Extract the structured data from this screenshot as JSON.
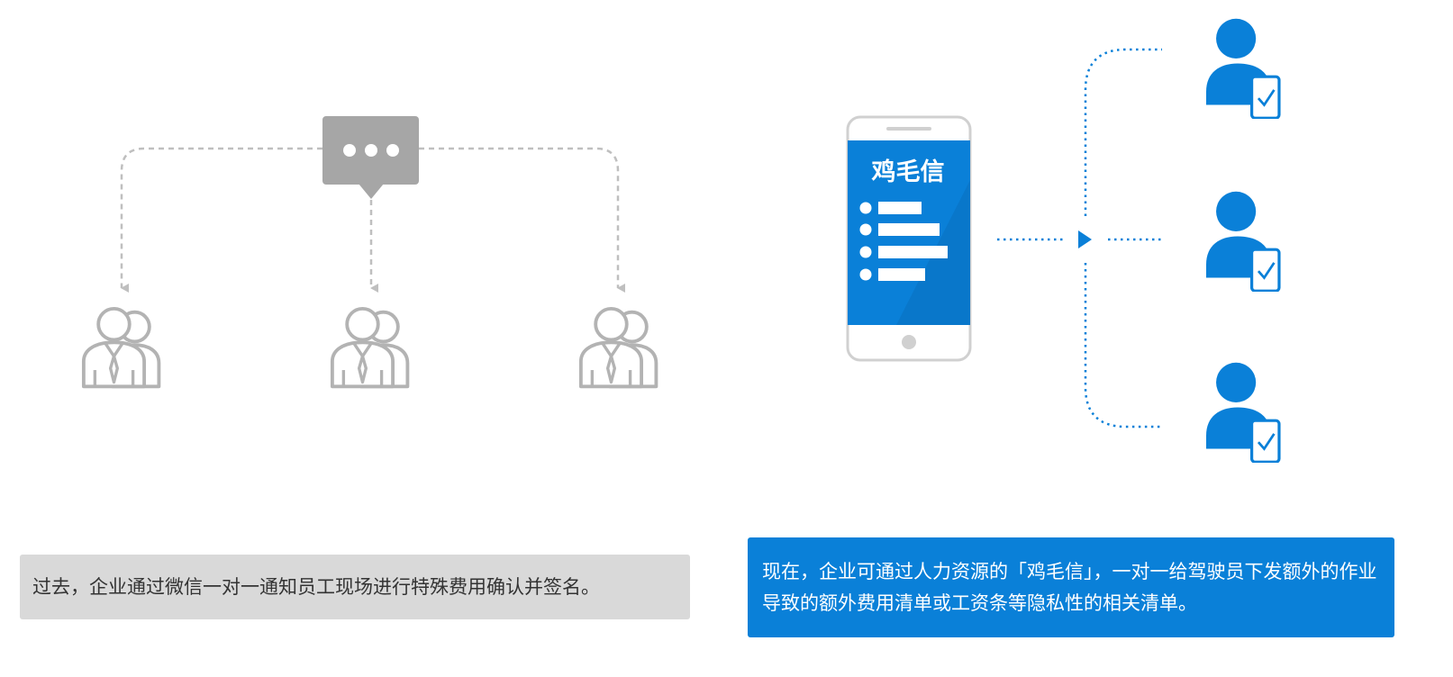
{
  "colors": {
    "gray_line": "#bfbfbf",
    "gray_bubble": "#a6a6a6",
    "gray_person": "#b3b3b3",
    "blue": "#0a80d8",
    "caption_past_bg": "#d9d9d9",
    "caption_now_bg": "#0a80d8"
  },
  "past": {
    "bubble_icon": "chat-bubble-ellipsis-icon",
    "recipient_icon": "businessman-group-outline-icon",
    "recipient_count": 3,
    "caption": "过去，企业通过微信一对一通知员工现场进行特殊费用确认并签名。"
  },
  "now": {
    "phone": {
      "icon": "smartphone-icon",
      "app_name": "鸡毛信",
      "list_item_count": 4
    },
    "recipient_icon": "person-with-checked-phone-icon",
    "recipient_count": 3,
    "caption": "现在，企业可通过人力资源的「鸡毛信」，一对一给驾驶员下发额外的作业导致的额外费用清单或工资条等隐私性的相关清单。"
  }
}
